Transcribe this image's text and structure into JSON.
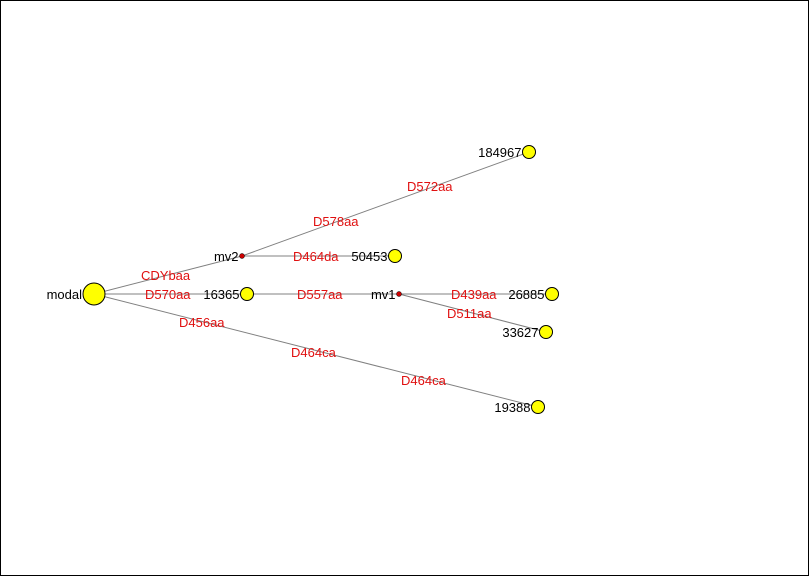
{
  "colors": {
    "node_fill": "#ffff00",
    "node_stroke": "#000000",
    "hub_fill": "#cc0000",
    "edge": "#808080",
    "edge_label": "#e01010",
    "node_label": "#000000"
  },
  "nodes": [
    {
      "id": "modal",
      "label": "modal",
      "kind": "root"
    },
    {
      "id": "mv2",
      "label": "mv2",
      "kind": "hub"
    },
    {
      "id": "mv1",
      "label": "mv1",
      "kind": "hub"
    },
    {
      "id": "16365",
      "label": "16365",
      "kind": "sample"
    },
    {
      "id": "184967",
      "label": "184967",
      "kind": "sample"
    },
    {
      "id": "50453",
      "label": "50453",
      "kind": "sample"
    },
    {
      "id": "26885",
      "label": "26885",
      "kind": "sample"
    },
    {
      "id": "33627",
      "label": "33627",
      "kind": "sample"
    },
    {
      "id": "19388",
      "label": "19388",
      "kind": "sample"
    }
  ],
  "edges": [
    {
      "from": "modal",
      "to": "mv2",
      "labels": [
        "CDYbaa"
      ]
    },
    {
      "from": "modal",
      "to": "16365",
      "labels": [
        "D570aa"
      ]
    },
    {
      "from": "modal",
      "to": "19388",
      "labels": [
        "D456aa",
        "D464ca",
        "D464ca"
      ]
    },
    {
      "from": "mv2",
      "to": "184967",
      "labels": [
        "D578aa",
        "D572aa"
      ]
    },
    {
      "from": "mv2",
      "to": "50453",
      "labels": [
        "D464da"
      ]
    },
    {
      "from": "16365",
      "to": "mv1",
      "labels": [
        "D557aa"
      ]
    },
    {
      "from": "mv1",
      "to": "26885",
      "labels": [
        "D439aa"
      ]
    },
    {
      "from": "mv1",
      "to": "33627",
      "labels": [
        "D511aa"
      ]
    }
  ]
}
